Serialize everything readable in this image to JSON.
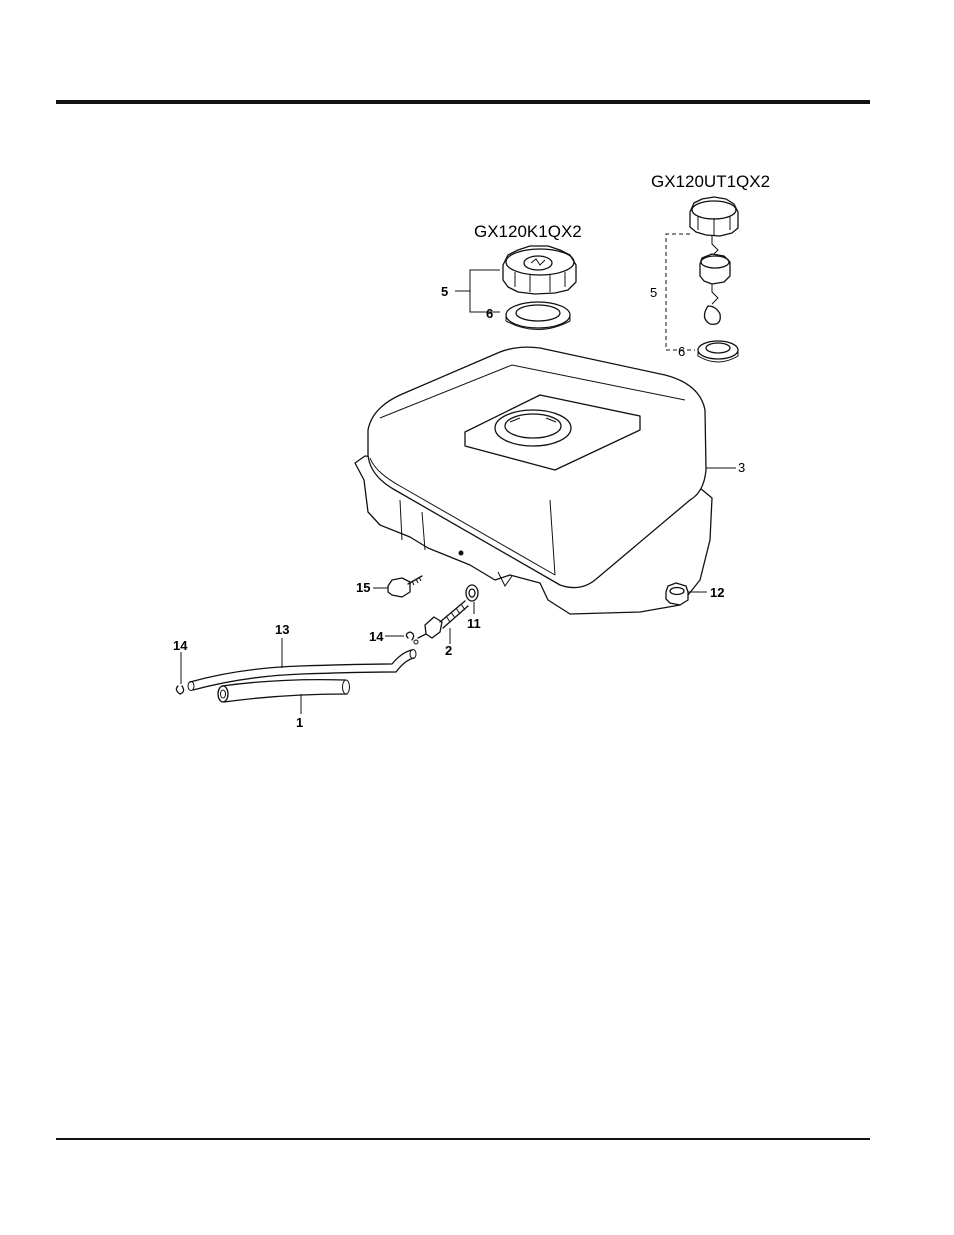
{
  "models": {
    "standard": "GX120K1QX2",
    "alternate": "GX120UT1QX2"
  },
  "callouts": {
    "p1": "1",
    "p2": "2",
    "p3": "3",
    "p5_standard": "5",
    "p6_standard": "6",
    "p5_alternate": "5",
    "p6_alternate": "6",
    "p11": "11",
    "p12": "12",
    "p13": "13",
    "p14_left": "14",
    "p14_mid": "14",
    "p15": "15"
  }
}
